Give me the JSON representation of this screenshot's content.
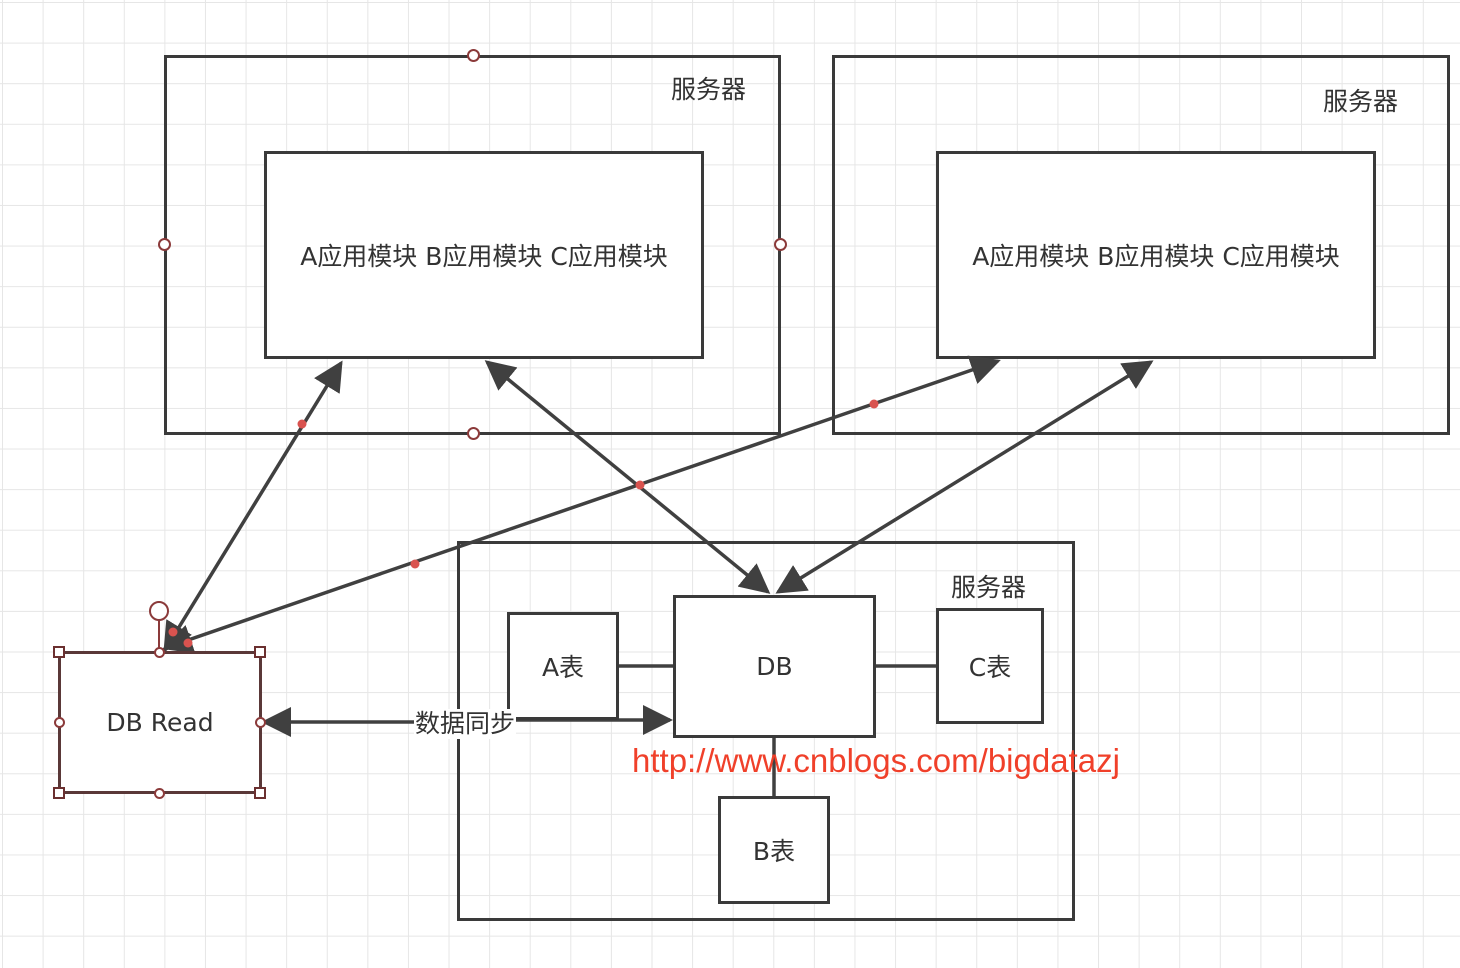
{
  "servers": {
    "server1": {
      "label": "服务器",
      "modules": "A应用模块 B应用模块 C应用模块"
    },
    "server2": {
      "label": "服务器",
      "modules": "A应用模块 B应用模块 C应用模块"
    },
    "server3": {
      "label": "服务器"
    }
  },
  "db": {
    "main": "DB",
    "table_a": "A表",
    "table_b": "B表",
    "table_c": "C表",
    "read": "DB Read"
  },
  "sync_label": "数据同步",
  "watermark": "http://www.cnblogs.com/bigdatazj",
  "colors": {
    "stroke": "#3a3a3a",
    "arrow": "#404040",
    "waypoint": "#d9534f",
    "watermark": "#f0402a",
    "selection": "#6b3030"
  }
}
